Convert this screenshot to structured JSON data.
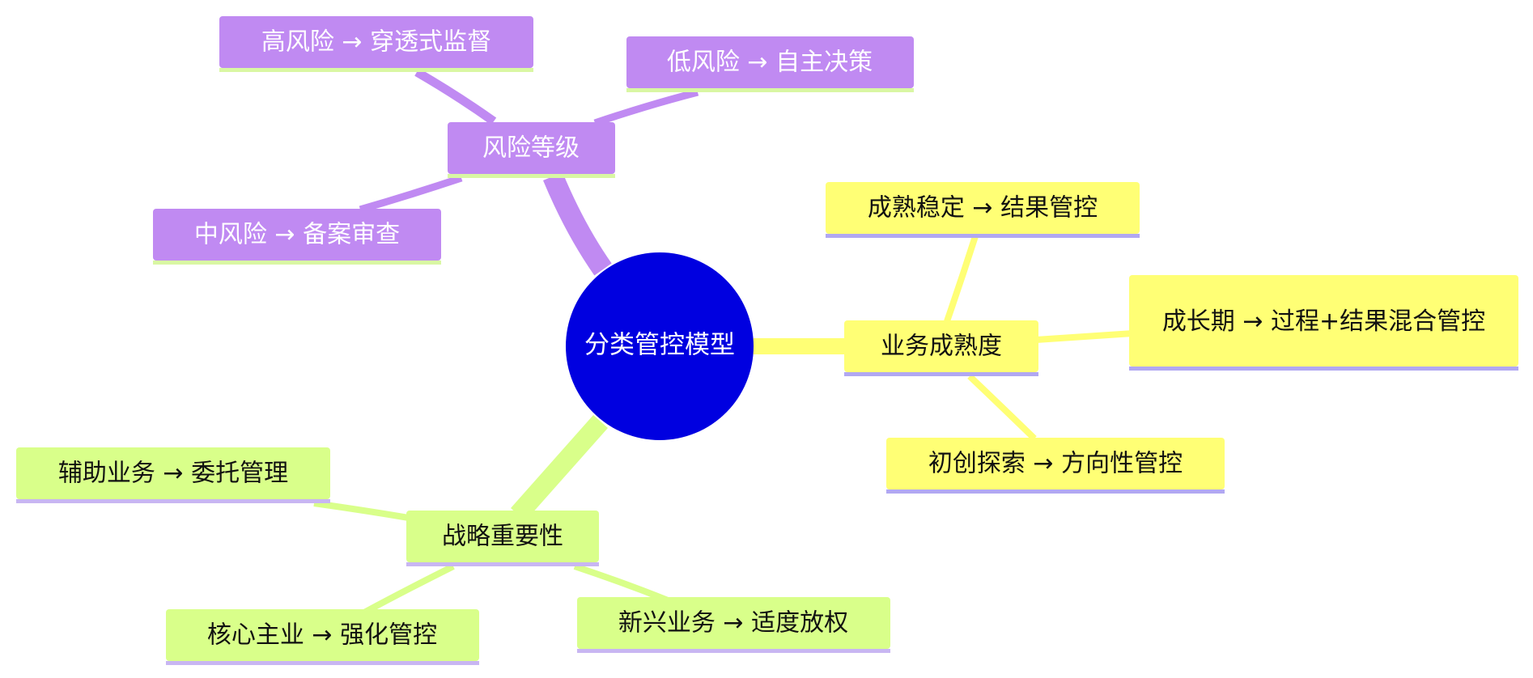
{
  "colors": {
    "root_fill": "#0000e0",
    "root_text": "#ffffff",
    "risk": "#c08af2",
    "risk_text": "#ffffff",
    "risk_underline": "#d9f7a3",
    "maturity": "#ffff75",
    "maturity_text": "#111111",
    "maturity_underline": "#b1a8f2",
    "strategy": "#d9ff8a",
    "strategy_text": "#111111",
    "strategy_underline": "#c8b6f2"
  },
  "root": {
    "label": "分类管控模型"
  },
  "branches": {
    "risk": {
      "label": "风险等级",
      "children": {
        "high": "高风险 → 穿透式监督",
        "low": "低风险 → 自主决策",
        "mid": "中风险 → 备案审查"
      }
    },
    "maturity": {
      "label": "业务成熟度",
      "children": {
        "stable": "成熟稳定 → 结果管控",
        "growth": "成长期 → 过程+结果混合管控",
        "startup": "初创探索 → 方向性管控"
      }
    },
    "strategy": {
      "label": "战略重要性",
      "children": {
        "auxiliary": "辅助业务 → 委托管理",
        "core": "核心主业 → 强化管控",
        "emerging": "新兴业务 → 适度放权"
      }
    }
  }
}
